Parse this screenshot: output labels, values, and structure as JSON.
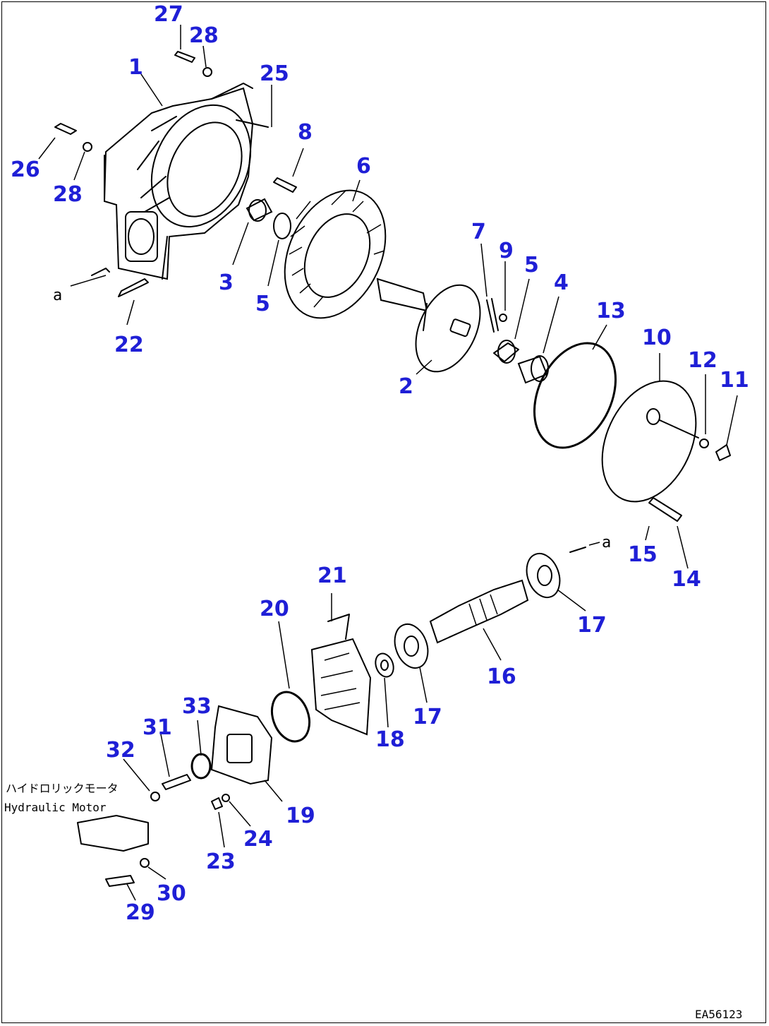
{
  "callouts": [
    "1",
    "2",
    "3",
    "4",
    "5",
    "5",
    "6",
    "7",
    "8",
    "9",
    "10",
    "11",
    "12",
    "13",
    "14",
    "15",
    "16",
    "17",
    "17",
    "18",
    "19",
    "20",
    "21",
    "22",
    "23",
    "24",
    "25",
    "26",
    "27",
    "28",
    "28",
    "29",
    "30",
    "31",
    "32",
    "33"
  ],
  "labels": {
    "a_top": "a",
    "a_mid": "a",
    "motor_jp": "ハイドロリックモータ",
    "motor_en": "Hydraulic Motor",
    "drawing_code": "EA56123"
  },
  "colors": {
    "callout": "#1f1fd6",
    "line": "#000000"
  }
}
